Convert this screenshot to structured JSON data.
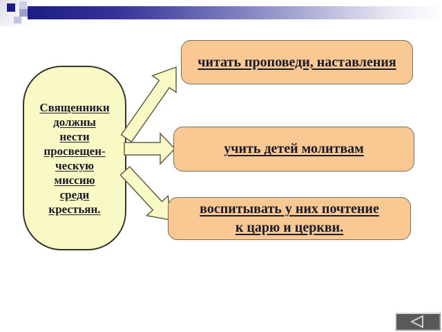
{
  "diagram": {
    "source_box": {
      "lines": [
        "Священники",
        "должны",
        "нести",
        "просвещен-",
        "ческую",
        "миссию",
        "среди",
        "крестьян."
      ]
    },
    "outcome_boxes": [
      {
        "lines": [
          "читать проповеди, наставления"
        ]
      },
      {
        "lines": [
          "учить детей молитвам"
        ]
      },
      {
        "lines": [
          "воспитывать у них почтение",
          "к царю и церкви."
        ]
      }
    ]
  },
  "nav": {
    "back_icon": "left-triangle"
  },
  "colors": {
    "accent_navy": "#1c1c86",
    "pale_yellow_fill": "#f9f9c6",
    "peach_fill": "#f9c893",
    "text_color": "#191927",
    "button_gray": "#595959"
  }
}
